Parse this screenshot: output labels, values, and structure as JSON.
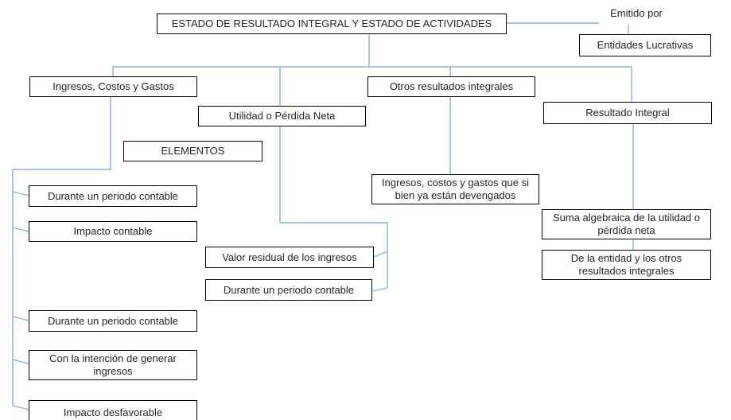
{
  "diagram": {
    "title": "ESTADO DE RESULTADO INTEGRAL Y ESTADO DE ACTIVIDADES",
    "emitted_by_label": "Emitido por",
    "nodes": {
      "entidades": "Entidades Lucrativas",
      "ingresos": "Ingresos, Costos y Gastos",
      "utilidad": "Utilidad o Pérdida Neta",
      "otros": "Otros resultados integrales",
      "resultado": "Resultado Integral",
      "elementos": "ELEMENTOS",
      "durante1": "Durante un periodo contable",
      "impacto_contable": "Impacto contable",
      "valor_residual": "Valor residual de los ingresos",
      "durante_centro": "Durante un periodo contable",
      "devengados": "Ingresos, costos y gastos que si bien ya están devengados",
      "suma_algebraica": "Suma algebraica de la utilidad o pérdida neta",
      "de_la_entidad": "De la entidad y los otros resultados integrales",
      "durante2": "Durante un periodo contable",
      "intencion": "Con la intención de generar ingresos",
      "desfavorable": "Impacto desfavorable"
    },
    "colors": {
      "connector": "#86B2DF",
      "box_border": "#000000",
      "text": "#262626",
      "background": "#ffffff"
    }
  }
}
